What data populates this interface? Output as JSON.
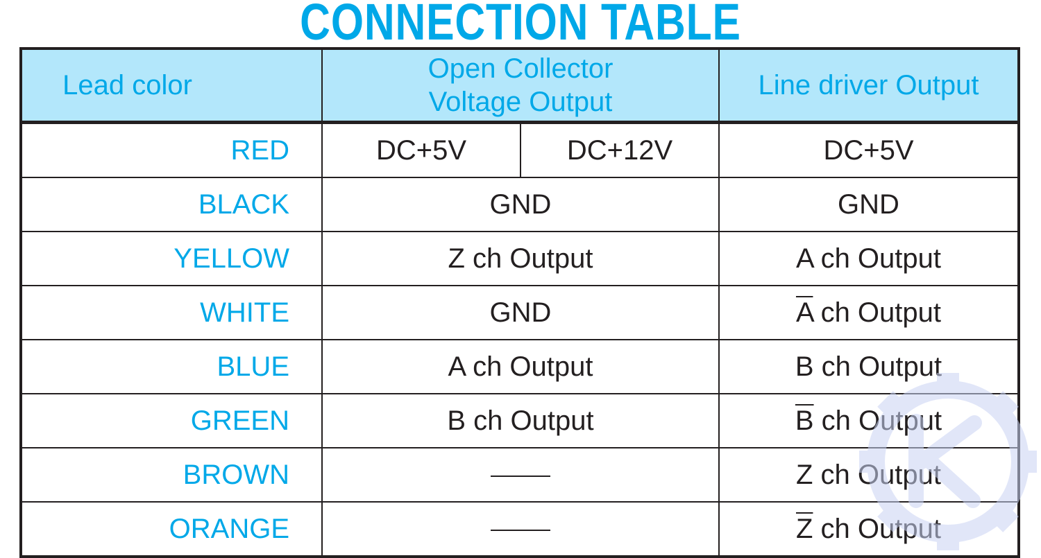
{
  "title": "CONNECTION TABLE",
  "header": {
    "lead_color": "Lead color",
    "open_collector_line1": "Open Collector",
    "open_collector_line2": "Voltage Output",
    "line_driver": "Line driver Output"
  },
  "rows": [
    {
      "lead": "RED",
      "oc_5v": "DC+5V",
      "oc_12v": "DC+12V",
      "line_driver": "DC+5V"
    },
    {
      "lead": "BLACK",
      "open_collector": "GND",
      "line_driver": "GND"
    },
    {
      "lead": "YELLOW",
      "open_collector": "Z ch Output",
      "line_driver": "A ch Output"
    },
    {
      "lead": "WHITE",
      "open_collector": "GND",
      "line_driver_letter": "A",
      "line_driver_rest": " ch Output"
    },
    {
      "lead": "BLUE",
      "open_collector": "A ch Output",
      "line_driver": "B ch Output"
    },
    {
      "lead": "GREEN",
      "open_collector": "B ch Output",
      "line_driver_letter": "B",
      "line_driver_rest": " ch Output"
    },
    {
      "lead": "BROWN",
      "open_collector": "——",
      "line_driver": "Z ch Output"
    },
    {
      "lead": "ORANGE",
      "open_collector": "——",
      "line_driver_letter": "Z",
      "line_driver_rest": " ch Output"
    }
  ],
  "colors": {
    "accent": "#00a8e8",
    "header_fill": "#b3e7fb",
    "ink": "#231f20",
    "watermark": "#c9d3f4"
  },
  "icons": {
    "watermark": "gear-logo-watermark-icon"
  }
}
